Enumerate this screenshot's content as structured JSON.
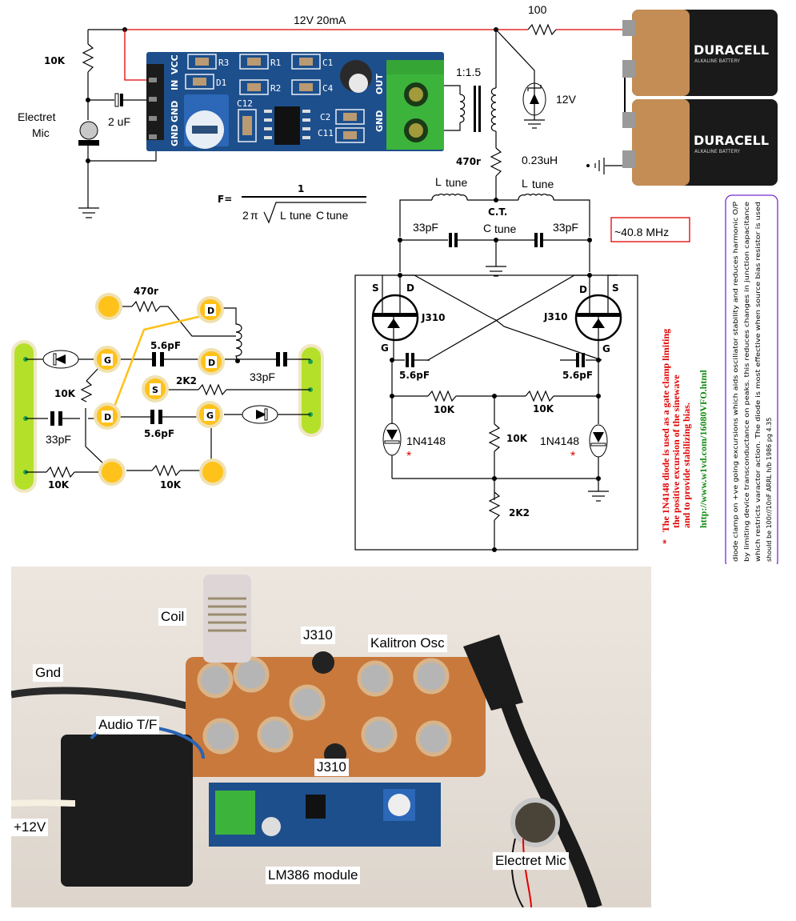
{
  "supply": {
    "label": "12V  20mA",
    "resistor": "100"
  },
  "mic_section": {
    "resistor": "10K",
    "capacitor": "2 uF",
    "mic_label_line1": "Electret",
    "mic_label_line2": "Mic"
  },
  "lm386_board": {
    "header_pins": [
      "VCC",
      "IN",
      "GND",
      "GND"
    ],
    "parts": [
      "R3",
      "R1",
      "C1",
      "D1",
      "R2",
      "C4",
      "C12",
      "C2",
      "C11"
    ],
    "out_labels": [
      "OUT",
      "GND"
    ]
  },
  "transformer": {
    "ratio": "1:1.5"
  },
  "zener": {
    "voltage": "12V",
    "inductance": "0.23uH"
  },
  "bias_resistor": "470r",
  "formula": {
    "lhs": "F=",
    "numerator": "1",
    "denominator_prefix": "2",
    "pi": "π",
    "L": "L",
    "L_sub": "tune",
    "C": "C",
    "C_sub": "tune"
  },
  "tank": {
    "l_label": "L",
    "l_sub": "tune",
    "ct": "C.T.",
    "c_label": "C",
    "c_sub": "tune",
    "cap_left": "33pF",
    "cap_right": "33pF"
  },
  "frequency": "~40.8 MHz",
  "oscillator": {
    "jfet_left": {
      "name": "J310",
      "s": "S",
      "d": "D",
      "g": "G"
    },
    "jfet_right": {
      "name": "J310",
      "s": "S",
      "d": "D",
      "g": "G"
    },
    "feedback_caps": [
      "5.6pF",
      "5.6pF"
    ],
    "gate_resistors": [
      "10K",
      "10K"
    ],
    "center_resistor": "10K",
    "source_resistor": "2K2",
    "diodes": [
      "1N4148",
      "1N4148"
    ],
    "asterisk": "*"
  },
  "layout_diagram": {
    "r_top": "470r",
    "pad_d": "D",
    "pad_g": "G",
    "pad_s": "S",
    "cap_top": "5.6pF",
    "cap_bottom": "5.6pF",
    "cap_right": "33pF",
    "cap_left": "33pF",
    "r_2k2": "2K2",
    "r_10k_diag": "10K",
    "r_bottom_left": "10K",
    "r_bottom_mid": "10K"
  },
  "notes": {
    "asterisk": "*",
    "red_line1": "The 1N4148 diode is used as a gate clamp limiting",
    "red_line2": "the positive excursion of the sinewave",
    "red_line3": "and to provide stabilizing bias.",
    "url": "http://www.w1vd.com/16080VFO.html",
    "box_line1": "diode clamp on +ve going excursions which aids oscillator stability and reduces harmonic O/P",
    "box_line2": "by limiting device transconductance on peaks. this reduces changes in junction capacitance",
    "box_line3": "which restricts varactor action. The diode is most effective when source bias resistor is used",
    "box_line4": "should be 100r//10nF  ARRL h/b 1986 pg 4.35"
  },
  "batteries": [
    {
      "brand": "DURACELL",
      "sub": "ALKALINE BATTERY"
    },
    {
      "brand": "DURACELL",
      "sub": "ALKALINE BATTERY"
    }
  ],
  "photo_labels": {
    "coil": "Coil",
    "j310_top": "J310",
    "kalitron": "Kalitron Osc",
    "gnd": "Gnd",
    "audio_tf": "Audio T/F",
    "j310_bottom": "J310",
    "plus12v": "+12V",
    "lm386": "LM386 module",
    "electret": "Electret Mic"
  },
  "colors": {
    "supply_wire": "#e00000",
    "pcb_blue": "#1d4f8c",
    "terminal_green": "#3cb43c",
    "pad_yellow": "#ffc21a",
    "rail_green": "#b5e02a",
    "note_red": "#e00000",
    "url_green": "#128a12",
    "box_purple": "#7a2ad0"
  }
}
